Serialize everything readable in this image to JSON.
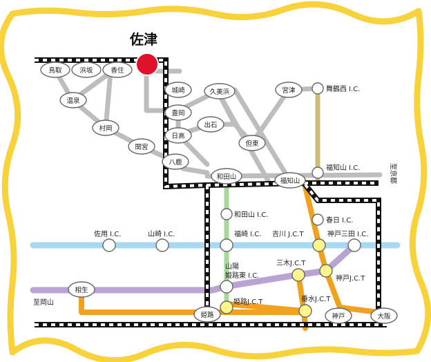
{
  "title": "佐津",
  "colors": {
    "frame": "#f7d23a",
    "rail": "#111111",
    "local_road": "#bdbdbd",
    "expressway_blue": "#a9d7f2",
    "expressway_purple": "#b9a3d3",
    "expressway_orange": "#f0a21f",
    "expressway_tan": "#cdbb7a",
    "expressway_green": "#a9d69a",
    "interchange": "#fff58a",
    "origin": "#e0112a"
  },
  "cities": {
    "tottori": "鳥取",
    "hamasaka": "浜坂",
    "kasumi": "香住",
    "onsen": "温泉",
    "muraoka": "村岡",
    "sekinomiya": "関宮",
    "kinosaki": "城崎",
    "toyooka": "豊岡",
    "hidaka": "日高",
    "yoka": "八鹿",
    "kumihama": "久美浜",
    "miyazu": "宮津",
    "izushi": "出石",
    "tanto": "但東",
    "wadayama": "和田山",
    "fukuchiyama": "福知山",
    "aioi": "相生",
    "himeji": "姫路",
    "kobe": "神戸",
    "osaka": "大阪"
  },
  "interchanges": {
    "maizuru_nishi": "舞鶴西 I.C.",
    "fukuchiyama_ic": "福知山 I.C.",
    "kasuga_ic": "春日 I.C.",
    "kobe_sanda_ic": "神戸三田 I.C.",
    "wadayama_ic": "和田山 I.C.",
    "fukusaki_ic": "福崎 I.C.",
    "yokawa_jct": "吉川 J.C.T",
    "sayo_ic": "佐用 I.C.",
    "yamasaki_ic": "山崎 I.C.",
    "sanyo_himeji_east_1": "山陽",
    "sanyo_himeji_east_2": "姫路東 I.C.",
    "miki_jct": "三木J.C.T",
    "kobe_jct": "神戸J.C.T",
    "himeji_jct": "姫路J.C.T",
    "tarumi_jct": "垂水J.C.T"
  },
  "directions": {
    "to_kyoto": "至京都",
    "to_okayama": "至岡山"
  }
}
